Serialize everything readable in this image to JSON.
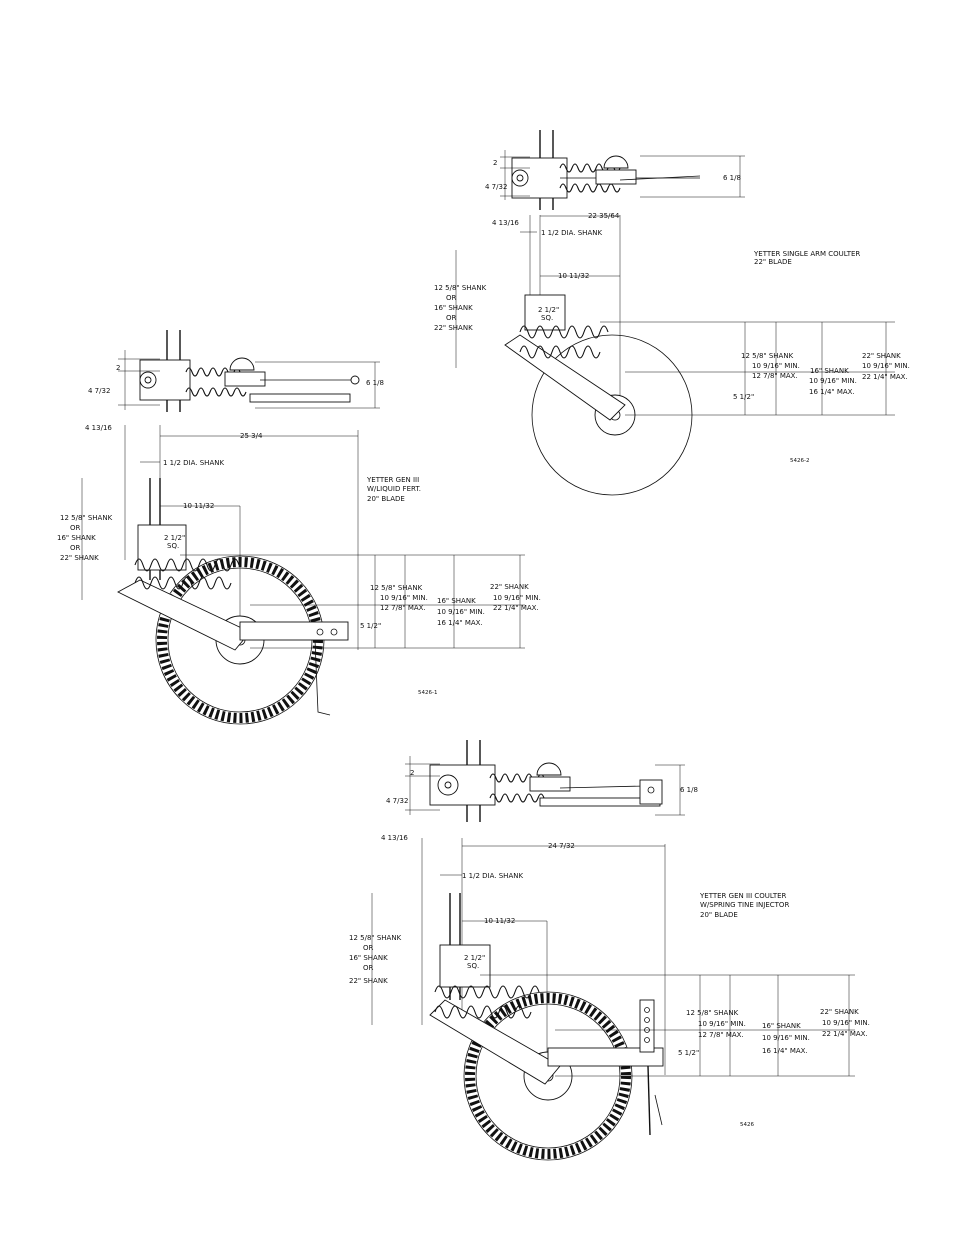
{
  "diagrams": {
    "single_arm": {
      "top_h1": "2",
      "top_h2": "4 7/32",
      "top_right": "6 1/8",
      "offset": "4 13/16",
      "length": "22 35/64",
      "dia_shank": "1 1/2 DIA. SHANK",
      "hub": "10 11/32",
      "shank_options": [
        "12 5/8\" SHANK",
        "OR",
        "16\" SHANK",
        "OR",
        "22\" SHANK"
      ],
      "clamp": [
        "2 1/2\"",
        "SQ."
      ],
      "lower": "5 1/2\"",
      "col1": [
        "12 5/8\" SHANK",
        "10 9/16\" MIN.",
        "12 7/8\" MAX."
      ],
      "col2": [
        "16\" SHANK",
        "10 9/16\" MIN.",
        "16 1/4\" MAX."
      ],
      "col3": [
        "22\" SHANK",
        "10 9/16\" MIN.",
        "22 1/4\" MAX."
      ],
      "title": [
        "YETTER SINGLE ARM COULTER",
        "22\" BLADE"
      ],
      "code": "5426-2"
    },
    "gen3_liquid": {
      "top_h1": "2",
      "top_h2": "4 7/32",
      "top_right": "6 1/8",
      "offset": "4 13/16",
      "length": "25 3/4",
      "dia_shank": "1 1/2 DIA. SHANK",
      "hub": "10 11/32",
      "shank_options": [
        "12 5/8\" SHANK",
        "OR",
        "16\" SHANK",
        "OR",
        "22\" SHANK"
      ],
      "clamp": [
        "2 1/2\"",
        "SQ."
      ],
      "lower": "5 1/2\"",
      "col1": [
        "12 5/8\" SHANK",
        "10 9/16\" MIN.",
        "12 7/8\" MAX."
      ],
      "col2": [
        "16\" SHANK",
        "10 9/16\" MIN.",
        "16 1/4\" MAX."
      ],
      "col3": [
        "22\" SHANK",
        "10 9/16\" MIN.",
        "22 1/4\" MAX."
      ],
      "title": [
        "YETTER GEN III",
        "W/LIQUID FERT.",
        "20\" BLADE"
      ],
      "code": "5426-1"
    },
    "gen3_injector": {
      "top_h1": "2",
      "top_h2": "4 7/32",
      "top_right": "6 1/8",
      "offset": "4 13/16",
      "length": "24 7/32",
      "dia_shank": "1 1/2 DIA. SHANK",
      "hub": "10 11/32",
      "shank_options": [
        "12 5/8\" SHANK",
        "OR",
        "16\" SHANK",
        "OR",
        "22\" SHANK"
      ],
      "clamp": [
        "2 1/2\"",
        "SQ."
      ],
      "lower": "5 1/2\"",
      "col1": [
        "12 5/8\" SHANK",
        "10 9/16\" MIN.",
        "12 7/8\" MAX."
      ],
      "col2": [
        "16\" SHANK",
        "10 9/16\" MIN.",
        "16 1/4\" MAX."
      ],
      "col3": [
        "22\" SHANK",
        "10 9/16\" MIN.",
        "22 1/4\" MAX."
      ],
      "title": [
        "YETTER GEN III COULTER",
        "W/SPRING TINE INJECTOR",
        "20\" BLADE"
      ],
      "code": "5426"
    }
  }
}
